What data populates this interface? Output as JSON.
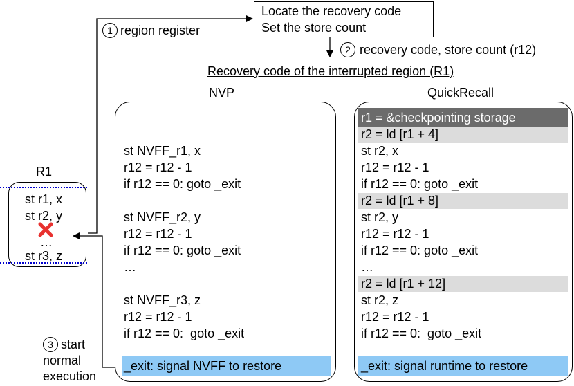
{
  "top_box": {
    "line1": "Locate the recovery code",
    "line2": "Set the store count"
  },
  "steps": {
    "step1": {
      "num": "1",
      "label": "region register"
    },
    "step2": {
      "num": "2",
      "label": "recovery code, store count (r12)"
    },
    "step3": {
      "num": "3",
      "line1": "start",
      "line2": "normal",
      "line3": "execution"
    }
  },
  "recovery_title": "Recovery code of the interrupted region (R1)",
  "r1": {
    "title": "R1",
    "lines": [
      "st r1, x",
      "st r2, y",
      "…",
      "st r3, z"
    ]
  },
  "nvp": {
    "title": "NVP",
    "lines": [
      "st NVFF_r1, x",
      "r12 = r12 - 1",
      "if r12 == 0: goto _exit",
      "",
      "st NVFF_r2, y",
      "r12 = r12 - 1",
      "if r12 == 0: goto _exit",
      "…",
      "",
      "st NVFF_r3, z",
      "r12 = r12 - 1",
      "if r12 == 0:  goto _exit"
    ],
    "exit": "_exit: signal NVFF to restore"
  },
  "quickrecall": {
    "title": "QuickRecall",
    "header": "r1 = &checkpointing storage",
    "lines": [
      "r2 = ld [r1 + 4]",
      "st r2, x",
      "r12 = r12 - 1",
      "if r12 == 0: goto _exit",
      "r2 = ld [r1 + 8]",
      "st r2, y",
      "r12 = r12 - 1",
      "if r12 == 0: goto _exit",
      "…",
      "r2 = ld [r1 + 12]",
      "st r2, z",
      "r12 = r12 - 1",
      "if r12 == 0:  goto _exit"
    ],
    "exit": "_exit: signal runtime to restore"
  },
  "colors": {
    "dark_highlight": "#6b6b6b",
    "light_highlight": "#dcdcdc",
    "exit_highlight": "#8ec9f5",
    "dotted_line": "#0000cc",
    "interrupt_mark": "#e8312f"
  },
  "icons": {
    "interrupt": "x-mark-icon"
  }
}
